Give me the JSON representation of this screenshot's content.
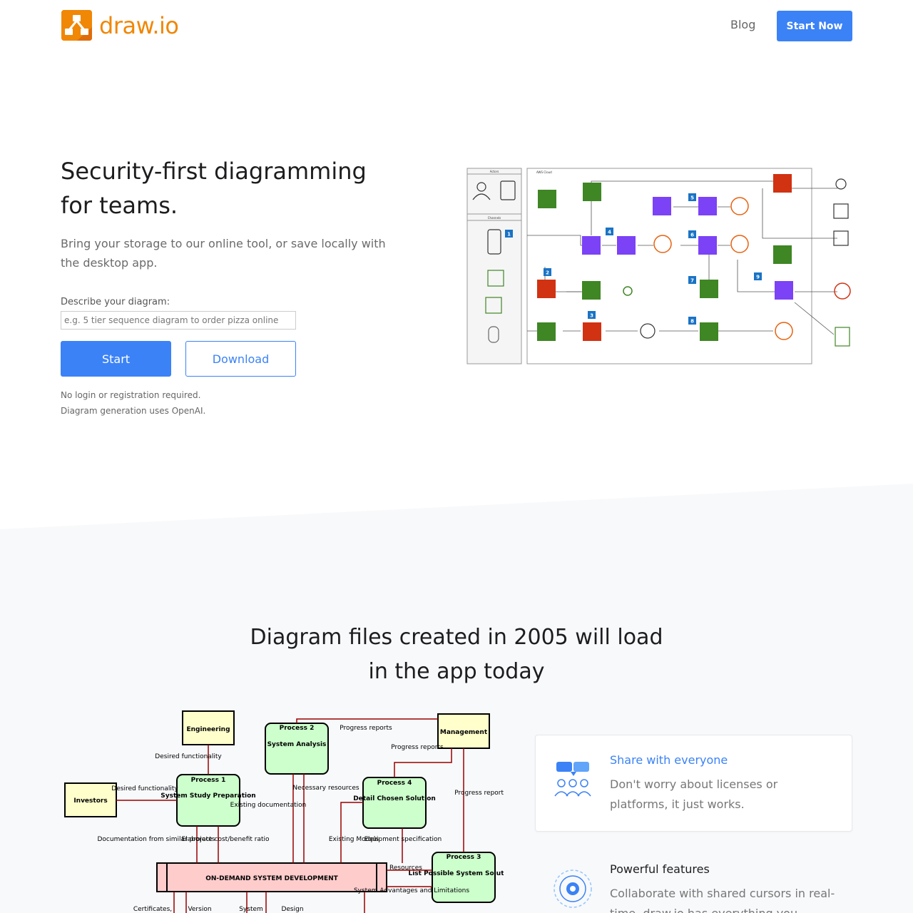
{
  "header": {
    "logo_text": "draw.io",
    "nav_blog": "Blog",
    "cta_label": "Start Now"
  },
  "hero": {
    "title": "Security-first diagramming for teams.",
    "subtitle": "Bring your storage to our online tool, or save locally with the desktop app.",
    "describe_label": "Describe your diagram:",
    "describe_placeholder": "e.g. 5 tier sequence diagram to order pizza online",
    "start_label": "Start",
    "download_label": "Download",
    "note_1": "No login or registration required.",
    "note_2": "Diagram generation uses OpenAI."
  },
  "aws_diagram": {
    "actors_label": "Actors",
    "channels_label": "Channels",
    "cloud_label": "AWS Cloud",
    "step_badges": [
      "1",
      "2",
      "3",
      "4",
      "5",
      "6",
      "7",
      "8",
      "9"
    ],
    "colors": {
      "green": "#3f8624",
      "purple": "#7b42f6",
      "orange": "#e7620f",
      "red": "#d13212",
      "blue": "#1a73c5"
    }
  },
  "section2": {
    "title": "Diagram files created in 2005 will load in the app today"
  },
  "flow_diagram": {
    "engineering": "Engineering",
    "investors": "Investors",
    "management": "Management",
    "process1_header": "Process 1",
    "process1_body": "System Study Preparation",
    "process2_header": "Process 2",
    "process2_body": "System Analysis",
    "process3_header": "Process 3",
    "process3_body": "List Possible System Solutions",
    "process4_header": "Process 4",
    "process4_body": "Detail Chosen Solution",
    "central": "ON-DEMAND SYSTEM DEVELOPMENT",
    "labels": {
      "desired_func_1": "Desired functionality",
      "desired_func_2": "Desired functionality",
      "progress_1": "Progress reports",
      "progress_2": "Progress reports",
      "progress_3": "Progress reports",
      "existing_doc": "Existing documentation",
      "necessary_res": "Necessary resources",
      "doc_similar": "Documentation from similar projects",
      "elaborate": "Elaborate cost/benefit ratio",
      "existing_models": "Existing Models",
      "equipment": "Equipment specification",
      "resources": "Resources",
      "system_adv": "System Advantages and Limitations",
      "certificates": "Certificates,",
      "version": "Version",
      "system": "System",
      "design": "Design"
    }
  },
  "features": [
    {
      "title": "Share with everyone",
      "desc": "Don't worry about licenses or platforms, it just works.",
      "icon": "share-people-icon"
    },
    {
      "title": "Powerful features",
      "desc": "Collaborate with shared cursors in real-time. draw.io has everything you",
      "icon": "gear-icon"
    }
  ]
}
